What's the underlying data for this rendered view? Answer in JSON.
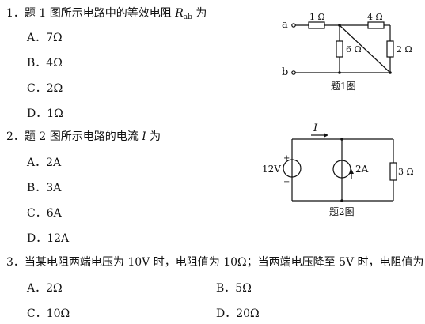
{
  "q1": {
    "num": "1．",
    "text_pre": "题 1 图所示电路中的等效电阻 ",
    "symbol": "R",
    "symbol_sub": "ab",
    "text_post": " 为",
    "options": [
      {
        "key": "A．",
        "value": "7Ω"
      },
      {
        "key": "B．",
        "value": "4Ω"
      },
      {
        "key": "C．",
        "value": "2Ω"
      },
      {
        "key": "D．",
        "value": "1Ω"
      }
    ],
    "figure": {
      "caption": "题1图",
      "node_a": "a",
      "node_b": "b",
      "r1": "1 Ω",
      "r2": "4 Ω",
      "r3": "6 Ω",
      "r4": "2 Ω"
    }
  },
  "q2": {
    "num": "2．",
    "text_pre": "题 2 图所示电路的电流 ",
    "symbol": "I",
    "text_post": " 为",
    "options": [
      {
        "key": "A．",
        "value": "2A"
      },
      {
        "key": "B．",
        "value": "3A"
      },
      {
        "key": "C．",
        "value": "6A"
      },
      {
        "key": "D．",
        "value": "12A"
      }
    ],
    "figure": {
      "caption": "题2图",
      "current_label": "I",
      "voltage_source": "12V",
      "plus": "+",
      "minus": "−",
      "current_source": "2A",
      "resistor": "3 Ω"
    }
  },
  "q3": {
    "num": "3．",
    "text": "当某电阻两端电压为 10V 时，电阻值为 10Ω；当两端电压降至 5V 时，电阻值为",
    "options": [
      {
        "key": "A．",
        "value": "2Ω"
      },
      {
        "key": "B．",
        "value": "5Ω"
      },
      {
        "key": "C．",
        "value": "10Ω"
      },
      {
        "key": "D．",
        "value": "20Ω"
      }
    ]
  }
}
